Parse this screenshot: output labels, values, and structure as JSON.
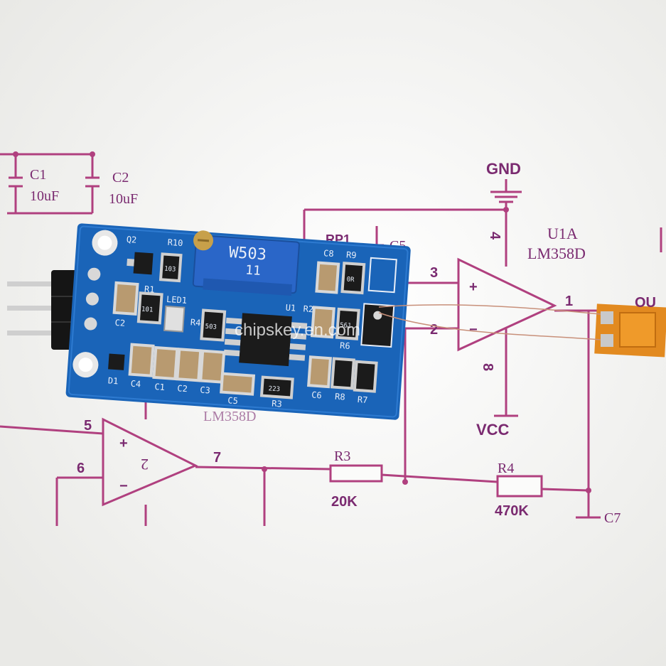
{
  "schematic": {
    "labels": {
      "c1": "C1",
      "c1_val": "10uF",
      "c2": "C2",
      "c2_val": "10uF",
      "gnd": "GND",
      "u1a": "U1A",
      "lm358d": "LM358D",
      "c5": "C5",
      "rp1": "RP1",
      "pin3": "3",
      "pin2": "2",
      "pin4": "4",
      "pin1": "1",
      "pin8": "8",
      "vcc": "VCC",
      "out": "OU",
      "pin5": "5",
      "pin6": "6",
      "pin7": "7",
      "opamp2": "2",
      "r3": "R3",
      "r3_val": "20K",
      "r4": "R4",
      "r4_val": "470K",
      "c7": "C7",
      "lm358d_2": "LM358D"
    }
  },
  "pcb": {
    "silkscreen": {
      "pot": "W503",
      "pot_sub": "11",
      "q2": "Q2",
      "r10": "R10",
      "r1": "R1",
      "led1": "LED1",
      "c2": "C2",
      "r4": "R4",
      "u1": "U1",
      "r2": "R2",
      "r9": "R9",
      "c8": "C8",
      "r6": "R6",
      "d1": "D1",
      "c4": "C4",
      "c1": "C1",
      "c2b": "C2",
      "c3": "C3",
      "c5": "C5",
      "r3": "R3",
      "c6": "C6",
      "r8": "R8",
      "r7": "R7",
      "res_103": "103",
      "res_101": "101",
      "res_503": "503",
      "res_0r": "0R",
      "res_561": "561",
      "res_223": "223"
    }
  },
  "watermark": "chipskey.en.com",
  "colors": {
    "trace": "#b0407f",
    "pcb": "#1a64b8",
    "pot": "#2a66c8",
    "header": "#151515",
    "strain_gauge": "#e28a20"
  }
}
